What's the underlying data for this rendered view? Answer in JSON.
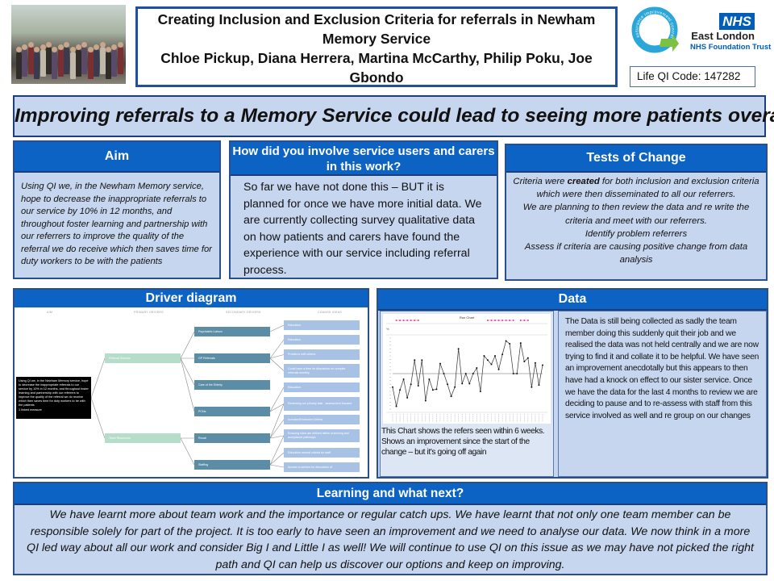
{
  "header": {
    "title_line1": "Creating Inclusion and Exclusion Criteria for referrals in Newham",
    "title_line2": "Memory Service",
    "authors_line1": "Chloe Pickup, Diana Herrera, Martina McCarthy, Philip Poku, Joe",
    "authors_line2": "Gbondo",
    "qi_logo_text": "assurance improvement control",
    "nhs_badge": "NHS",
    "trust_line1": "East London",
    "trust_line2": "NHS Foundation Trust",
    "life_qi_code": "Life QI Code: 147282"
  },
  "banner": "Improving referrals to a Memory Service could lead to seeing more patients overall!",
  "aim": {
    "heading": "Aim",
    "text": "Using QI we, in the Newham Memory service, hope to decrease the inappropriate referrals to our service by 10% in 12 months, and throughout foster learning and partnership with our referrers to improve the quality of the referral we do receive which then saves time for duty workers to be with the patients"
  },
  "involve": {
    "heading": "How did you involve service users and carers in this work?",
    "text": "So far we have not done this – BUT it is planned for once we have more initial data. We are currently collecting survey qualitative data on how patients and carers have found the experience with our service including referral process."
  },
  "tests": {
    "heading": "Tests of Change",
    "line1_pre": "Criteria were ",
    "line1_bold": "created",
    "line1_post": " for both inclusion and exclusion criteria which were then disseminated to all our referrers.",
    "line2": "We are planning to then review the data and re write the criteria and meet with our referrers.",
    "line3": "Identify problem referrers",
    "line4": "Assess if criteria are causing positive change from data analysis"
  },
  "driver": {
    "heading": "Driver diagram",
    "columns": [
      "AIM",
      "PRIMARY DRIVERS",
      "SECONDARY DRIVERS",
      "CHANGE IDEAS"
    ],
    "aim_text": "Using QI we, in the Newham Memory service, hope to decrease the inappropriate referrals to our service by 10% in 12 months, and throughout foster learning and partnership with our referrers to improve the quality of the referral we do receive which then saves time for duty workers to be with the patients",
    "aim_note": "1 linked measure",
    "primary": [
      "Referral Sources",
      "Team Resources"
    ],
    "secondary": [
      "Psychiatric Liaison",
      "GP Referrals",
      "Care of the Elderly",
      "PCNs",
      "Recall",
      "Staffing"
    ],
    "changes": [
      "Education",
      "Education",
      "Problems with criteria",
      "Could have a time for discussion on complex referrals monthly",
      "Education",
      "Reviewing our primary task - assessment focused",
      "Inclusion/Exclusion Criteria",
      "Ensuring roles are defined within screening and acceptance pathways",
      "Education around criteria for staff",
      "Access to seniors for discussion of"
    ]
  },
  "data_panel": {
    "heading": "Data",
    "caption": "This Chart shows the refers seen within 6 weeks. Shows an improvement since the start of the change – but it's going off again",
    "text": "The Data is still being collected as sadly the team member doing this suddenly quit their job and we realised the data was not held centrally and we are now trying to find it and collate it to be helpful. We have seen an improvement anecdotally but this appears to then have had a knock on effect to our sister service. Once we have the data for the last 4 months to review we are deciding to pause and to re-assess with staff from this service involved as well and re group on our changes"
  },
  "chart_data": {
    "type": "line",
    "title": "Run Chart",
    "xlabel": "",
    "ylabel": "%",
    "ylim": [
      0,
      100
    ],
    "median": 50,
    "values": [
      31,
      4,
      27,
      42,
      16,
      35,
      69,
      33,
      69,
      12,
      42,
      27,
      28,
      64,
      50,
      35,
      18,
      31,
      85,
      36,
      50,
      36,
      50,
      58,
      25,
      75,
      69,
      63,
      75,
      56,
      77,
      96,
      92,
      50,
      50,
      93,
      67,
      72,
      31,
      65,
      34,
      62
    ],
    "shift_markers": [
      [
        1,
        7
      ],
      [
        26,
        33
      ],
      [
        35,
        37
      ]
    ]
  },
  "learning": {
    "heading": "Learning and what next?",
    "text": "We have learnt more about team work and the importance or regular catch ups. We have learnt that not only one team member can be responsible solely for part of the project. It is too early to have seen an improvement and we need to analyse our data. We now think in a more QI led way about all our work and consider Big I and Little I as well! We will continue to use QI on this issue as we may have not picked the right path and QI can help us discover our options and keep on improving."
  },
  "colors": {
    "header_blue": "#0d63c4",
    "panel_bg": "#c6d6ef",
    "nhs_blue": "#005eb8"
  }
}
